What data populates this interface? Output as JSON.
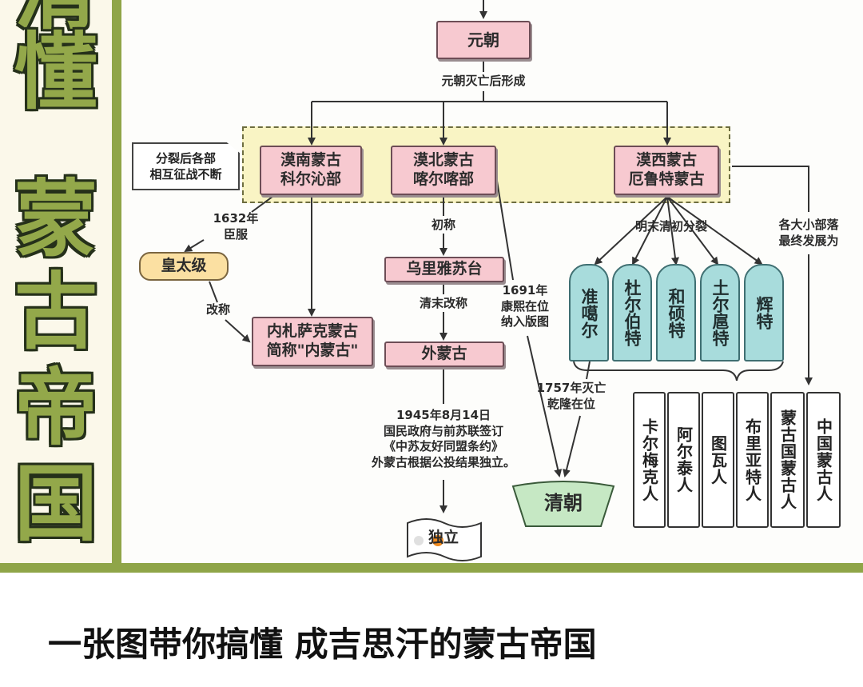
{
  "side_title": {
    "chars": [
      "清",
      "懂",
      "蒙",
      "古",
      "帝",
      "国"
    ]
  },
  "nodes": {
    "yuan": "元朝",
    "mobei": "漠北蒙古\n喀尔喀部",
    "monan": "漠南蒙古\n科尔沁部",
    "moxi": "漠西蒙古\n厄鲁特蒙古",
    "huangtaiji": "皇太级",
    "neimenggu": "内札萨克蒙古\n简称\"内蒙古\"",
    "wuliyasutai": "乌里雅苏台",
    "waimenggu": "外蒙古",
    "duli": "独立",
    "qing": "清朝"
  },
  "labels": {
    "after_yuan": "元朝灭亡后形成",
    "note": "分裂后各部\n相互征战不断",
    "submit_1632": "1632年\n臣服",
    "renamed": "改称",
    "initially": "初称",
    "late_qing_rename": "清末改称",
    "kangxi_1691": "1691年\n康熙在位\n纳入版图",
    "split_ming_qing": "明末清初分裂",
    "tribes_developed": "各大小部落\n最终发展为",
    "qianlong_1757": "1757年灭亡\n乾隆在位",
    "treaty_1945": "1945年8月14日\n国民政府与前苏联签订\n《中苏友好同盟条约》\n外蒙古根据公投结果独立。"
  },
  "oirat_tribes": [
    "准噶尔",
    "杜尔伯特",
    "和硕特",
    "土尔扈特",
    "辉特"
  ],
  "peoples": [
    "卡尔梅克人",
    "阿尔泰人",
    "图瓦人",
    "布里亚特人",
    "蒙古国蒙古人",
    "中国蒙古人"
  ],
  "caption": "一张图带你搞懂 成吉思汗的蒙古帝国",
  "colors": {
    "frame": "#8fa548",
    "pink": "#f7c9d0",
    "teal": "#a8dcdc",
    "yellow": "#fbe0a2",
    "highlight": "#f9f4c4",
    "qing_green": "#c6e8c4"
  }
}
